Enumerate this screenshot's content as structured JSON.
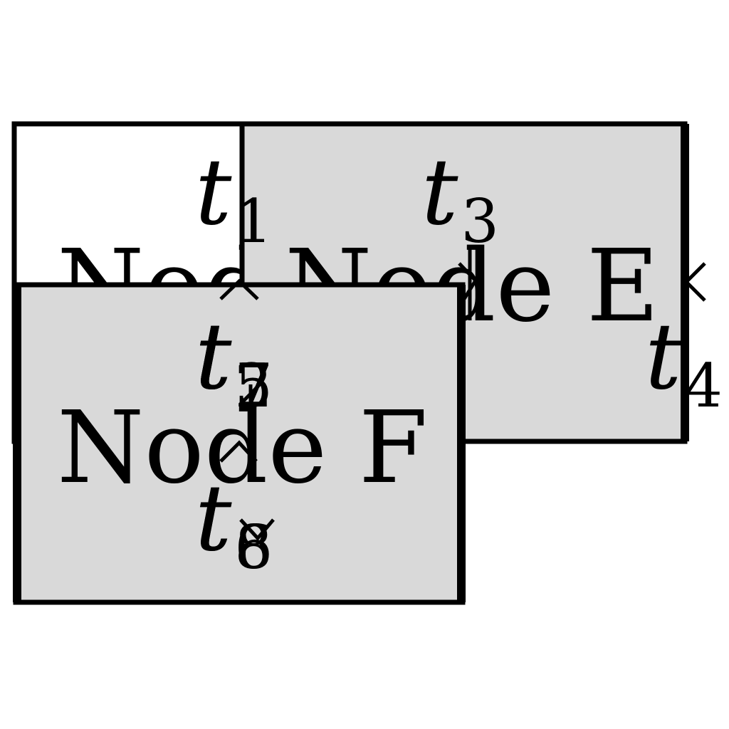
{
  "diagram": {
    "nodes": [
      {
        "id": "D",
        "label": "Node D",
        "fill": "#ffffff"
      },
      {
        "id": "E",
        "label": "Node E",
        "fill": "#d9d9d9"
      },
      {
        "id": "F",
        "label": "Node F",
        "fill": "#d9d9d9"
      }
    ],
    "edge_labels": [
      {
        "base": "t",
        "sub": "1"
      },
      {
        "base": "t",
        "sub": "2"
      },
      {
        "base": "t",
        "sub": "3"
      },
      {
        "base": "t",
        "sub": "4"
      },
      {
        "base": "t",
        "sub": "5"
      },
      {
        "base": "t",
        "sub": "6"
      },
      {
        "base": "t",
        "sub": "7"
      },
      {
        "base": "t",
        "sub": "8"
      }
    ],
    "stroke_color": "#000000"
  }
}
